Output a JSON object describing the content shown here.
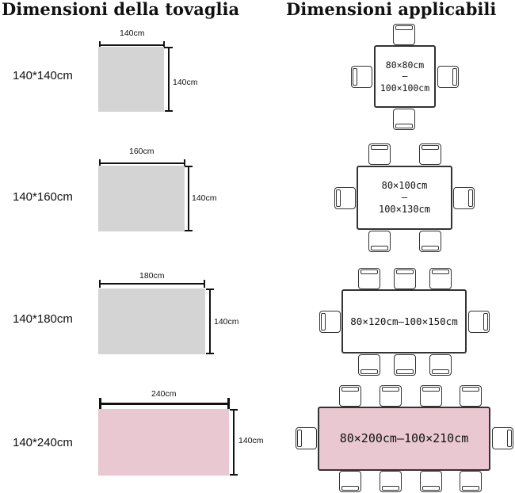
{
  "header": {
    "left_title": "Dimensioni della tovaglia",
    "right_title": "Dimensioni applicabili"
  },
  "rows": [
    {
      "size_label": "140*140cm",
      "width_label": "140cm",
      "height_label": "140cm",
      "table_lines": [
        "80×80cm",
        "–",
        "100×100cm"
      ],
      "cloth_color": "#d4d4d4",
      "table_fill": "#ffffff"
    },
    {
      "size_label": "140*160cm",
      "width_label": "160cm",
      "height_label": "140cm",
      "table_lines": [
        "80×100cm",
        "–",
        "100×130cm"
      ],
      "cloth_color": "#d4d4d4",
      "table_fill": "#ffffff"
    },
    {
      "size_label": "140*180cm",
      "width_label": "180cm",
      "height_label": "140cm",
      "table_lines": [
        "80×120cm–100×150cm"
      ],
      "cloth_color": "#d4d4d4",
      "table_fill": "#ffffff"
    },
    {
      "size_label": "140*240cm",
      "width_label": "240cm",
      "height_label": "140cm",
      "table_lines": [
        "80×200cm–100×210cm"
      ],
      "cloth_color": "#e9c8d2",
      "table_fill": "#e9c8d2"
    }
  ]
}
